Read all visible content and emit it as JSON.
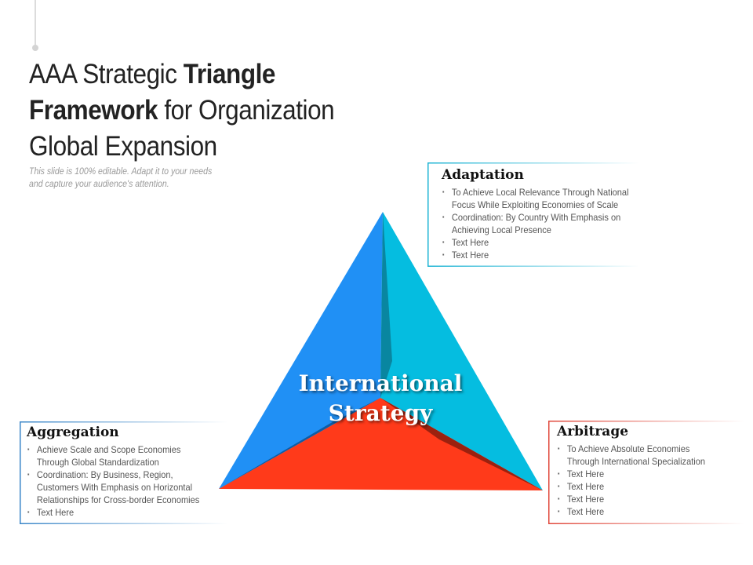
{
  "slide": {
    "title_parts": [
      {
        "text": "AAA Strategic ",
        "bold": false
      },
      {
        "text": "Triangle",
        "bold": true
      },
      {
        "text": "Framework",
        "bold": true
      },
      {
        "text": " for Organization",
        "bold": false
      },
      {
        "text": "Global Expansion",
        "bold": false
      }
    ],
    "subtitle_line1": "This slide is 100% editable. Adapt it to your needs",
    "subtitle_line2": "and capture your audience's attention."
  },
  "triangle": {
    "center_label_line1": "International",
    "center_label_line2": "Strategy",
    "colors": {
      "left_face": "#2090f5",
      "right_face": "#05bde0",
      "bottom_face": "#ff3a1a",
      "left_shadow": "#0d4f8e",
      "right_shadow": "#7a1a0c",
      "apex_shadow": "#0a7c94"
    }
  },
  "cards": {
    "adaptation": {
      "title": "Adaptation",
      "accent": "#1eb4d4",
      "items": [
        "To Achieve Local Relevance Through National",
        "Focus While Exploiting Economies of Scale",
        "Coordination: By Country With Emphasis on",
        "Achieving Local Presence",
        "Text Here",
        "Text Here"
      ],
      "bullets": [
        true,
        false,
        true,
        false,
        true,
        true
      ]
    },
    "aggregation": {
      "title": "Aggregation",
      "accent": "#3a86c8",
      "items": [
        "Achieve Scale and Scope Economies",
        "Through Global Standardization",
        "Coordination: By Business, Region,",
        "Customers With Emphasis on Horizontal",
        "Relationships for Cross-border  Economies",
        "Text Here"
      ],
      "bullets": [
        true,
        false,
        true,
        false,
        false,
        true
      ]
    },
    "arbitrage": {
      "title": "Arbitrage",
      "accent": "#e0473a",
      "items": [
        "To Achieve Absolute Economies",
        "Through International Specialization",
        "Text Here",
        "Text Here",
        "Text Here",
        "Text Here"
      ],
      "bullets": [
        true,
        false,
        true,
        true,
        true,
        true
      ]
    }
  }
}
